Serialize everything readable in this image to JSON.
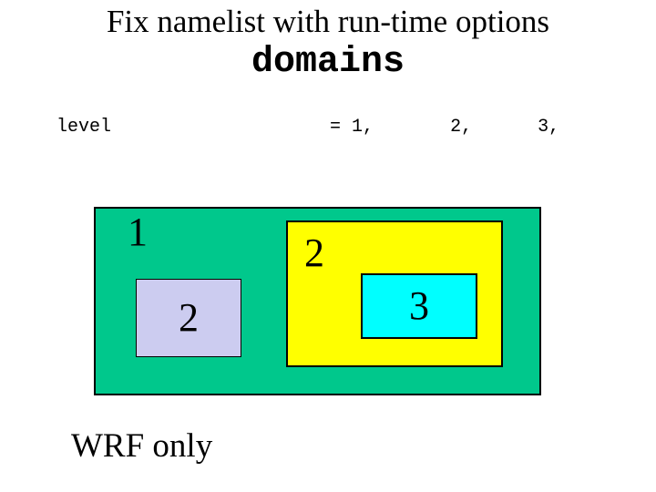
{
  "slide": {
    "title": "Fix namelist with run-time options",
    "subtitle": "domains",
    "code_line": "level                    = 1,       2,      3,",
    "footer": "WRF only"
  },
  "diagram": {
    "colors": {
      "domain1_fill": "#00C88C",
      "domain2_left_fill": "#CCCCF0",
      "domain2_right_fill": "#FFFF00",
      "domain3_fill": "#00FFFF",
      "border": "#000000"
    },
    "domains": [
      {
        "id": "domain-1",
        "label": "1"
      },
      {
        "id": "domain-2-left",
        "label": "2"
      },
      {
        "id": "domain-2-right",
        "label": "2"
      },
      {
        "id": "domain-3",
        "label": "3"
      }
    ]
  }
}
